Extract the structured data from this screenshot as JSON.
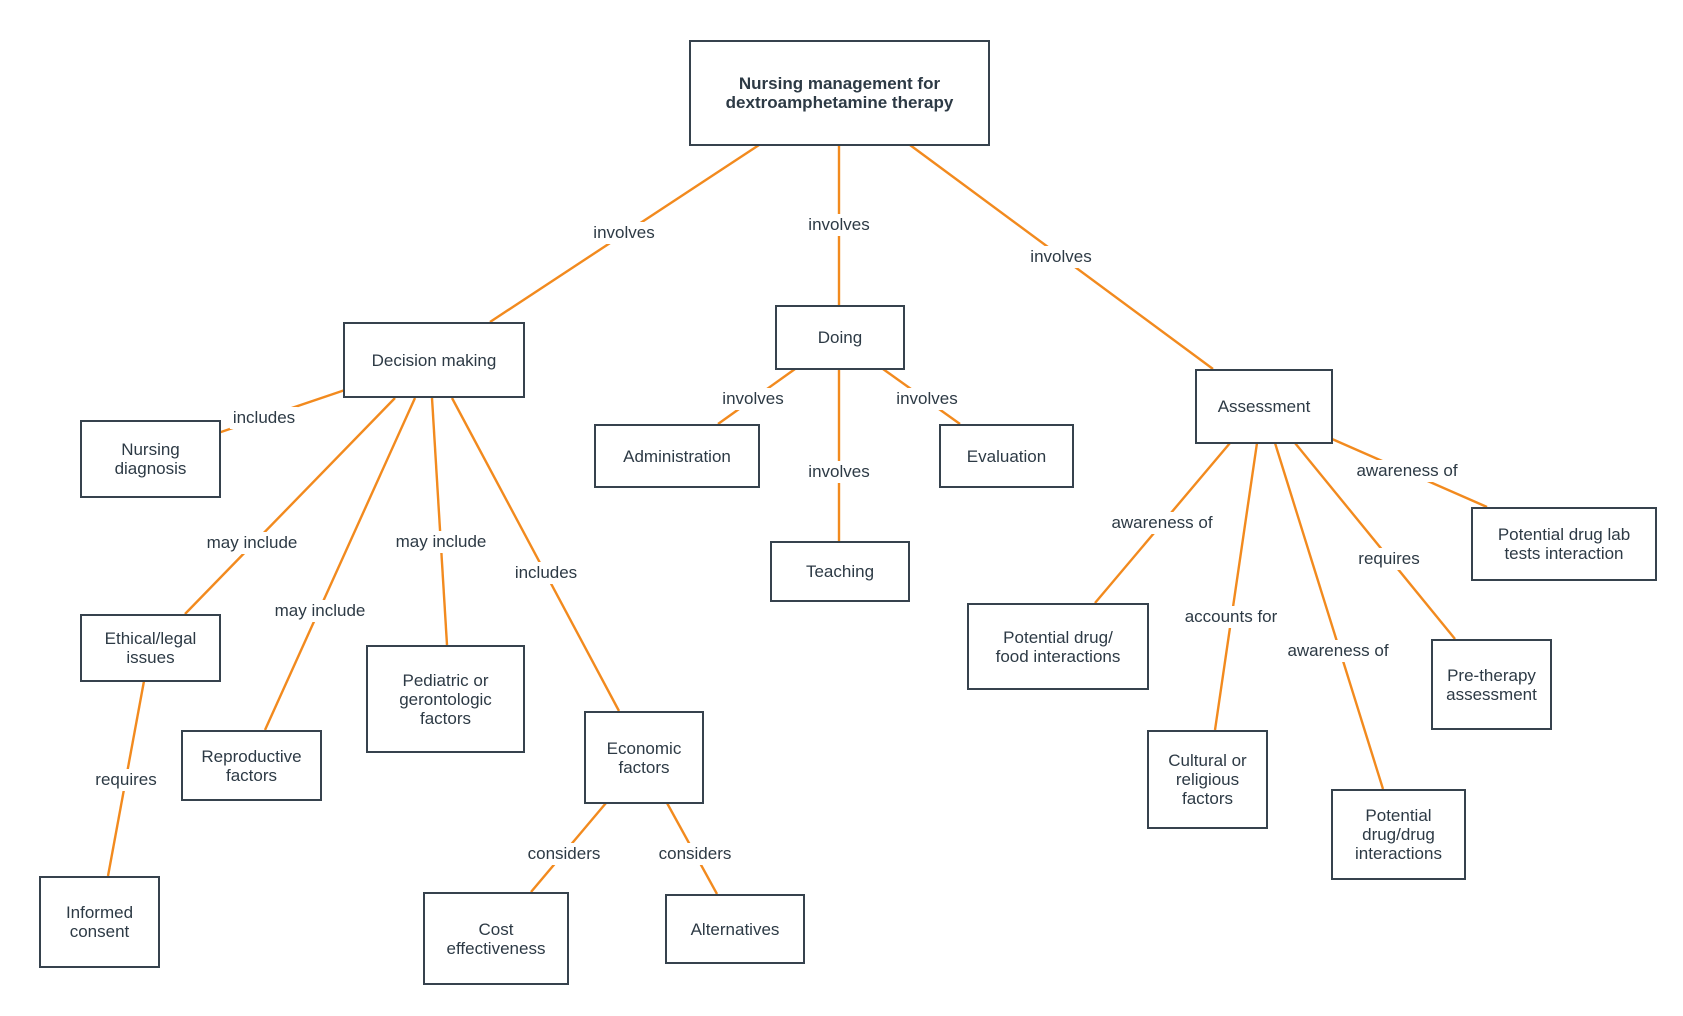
{
  "diagram": {
    "title": "Nursing management for\ndextroamphetamine therapy",
    "nodes": {
      "decision": "Decision making",
      "doing": "Doing",
      "assessment": "Assessment",
      "nursing_diagnosis": "Nursing\ndiagnosis",
      "administration": "Administration",
      "evaluation": "Evaluation",
      "teaching": "Teaching",
      "ethical": "Ethical/legal\nissues",
      "reproductive": "Reproductive\nfactors",
      "pediatric": "Pediatric or\ngerontologic\nfactors",
      "economic": "Economic\nfactors",
      "informed_consent": "Informed\nconsent",
      "cost": "Cost\neffectiveness",
      "alternatives": "Alternatives",
      "drug_food": "Potential drug/\nfood interactions",
      "cultural": "Cultural or\nreligious\nfactors",
      "drug_drug": "Potential\ndrug/drug\ninteractions",
      "pretherapy": "Pre-therapy\nassessment",
      "drug_lab": "Potential drug lab\ntests interaction"
    },
    "edges": {
      "root_decision": "involves",
      "root_doing": "involves",
      "root_assessment": "involves",
      "decision_nursing": "includes",
      "decision_ethical": "may include",
      "decision_reproductive": "may include",
      "decision_pediatric": "may include",
      "decision_economic": "includes",
      "doing_administration": "involves",
      "doing_evaluation": "involves",
      "doing_teaching": "involves",
      "ethical_consent": "requires",
      "economic_cost": "considers",
      "economic_alternatives": "considers",
      "assessment_food": "awareness of",
      "assessment_cultural": "accounts for",
      "assessment_drugdrug": "awareness of",
      "assessment_pretherapy": "requires",
      "assessment_lab": "awareness of"
    },
    "colors": {
      "connector": "#f28a1e",
      "node_border": "#36424d",
      "text": "#2d3a45"
    }
  }
}
